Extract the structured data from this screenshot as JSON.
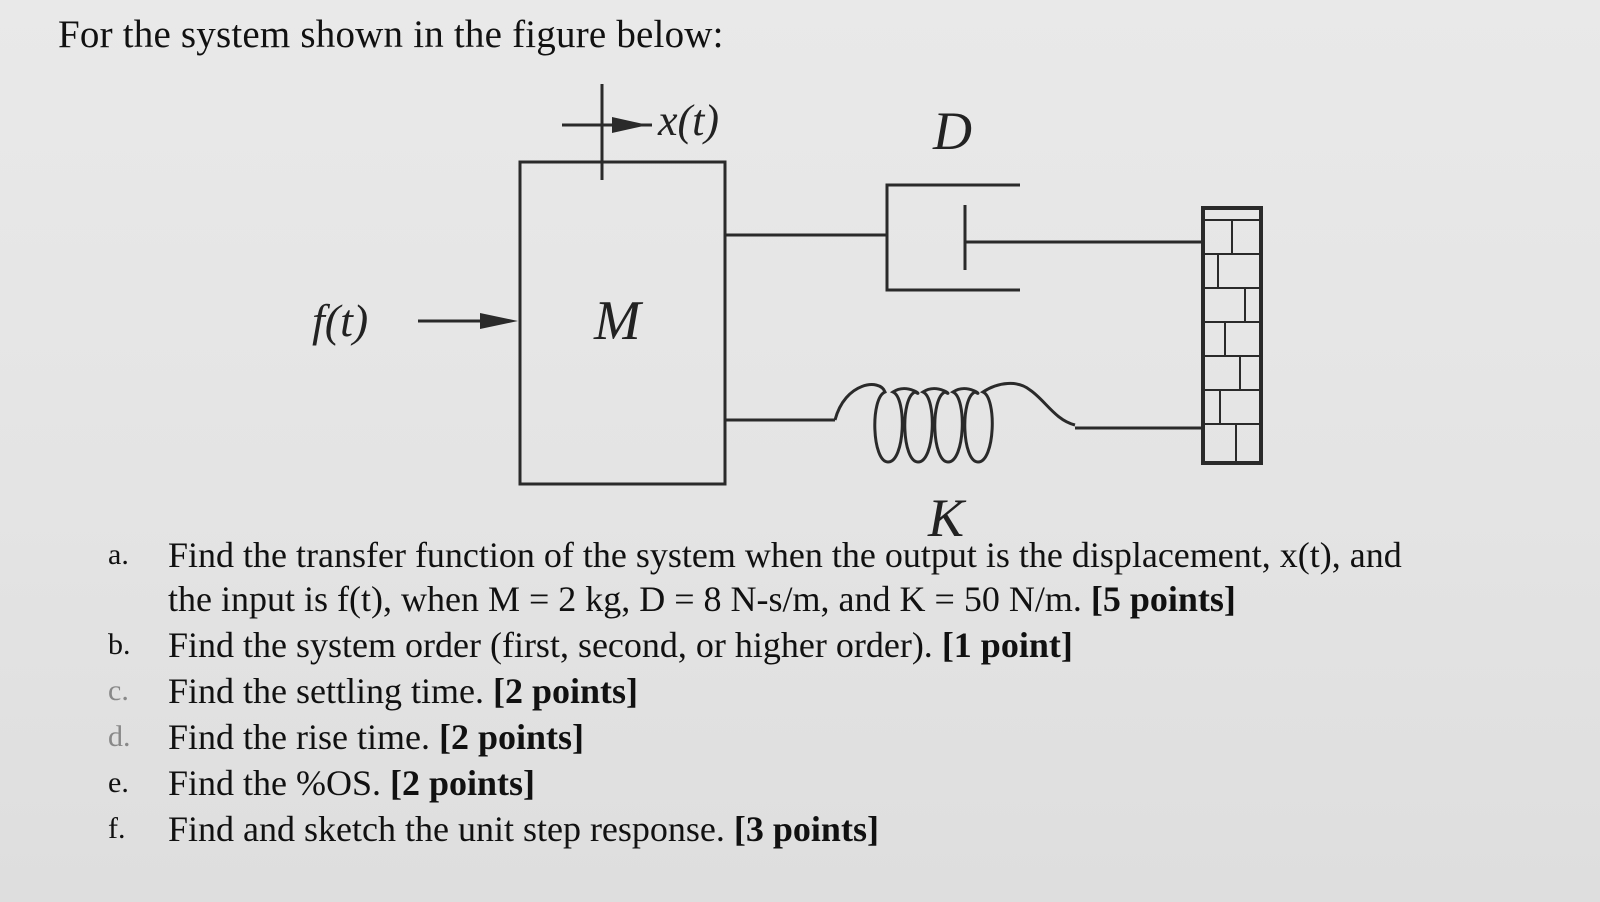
{
  "intro": "For the system shown in the figure below:",
  "diagram": {
    "label_x": "x(t)",
    "label_D": "D",
    "label_f": "f(t)",
    "label_M": "M",
    "label_K": "K"
  },
  "questions": [
    {
      "letter": "a.",
      "line1": "Find the transfer function of the system when the output is the displacement, x(t), and",
      "line2_text": "the input is f(t), when M = 2 kg, D = 8 N-s/m, and K = 50 N/m.",
      "line2_points": "[5 points]"
    },
    {
      "letter": "b.",
      "text": "Find the system order (first, second, or higher order).",
      "points": "[1 point]"
    },
    {
      "letter": "c.",
      "text": "Find the settling time.",
      "points": "[2 points]"
    },
    {
      "letter": "d.",
      "text": "Find the rise time.",
      "points": "[2 points]"
    },
    {
      "letter": "e.",
      "text": "Find the %OS.",
      "points": "[2 points]"
    },
    {
      "letter": "f.",
      "text": "Find and sketch the unit step response.",
      "points": "[3 points]"
    }
  ]
}
